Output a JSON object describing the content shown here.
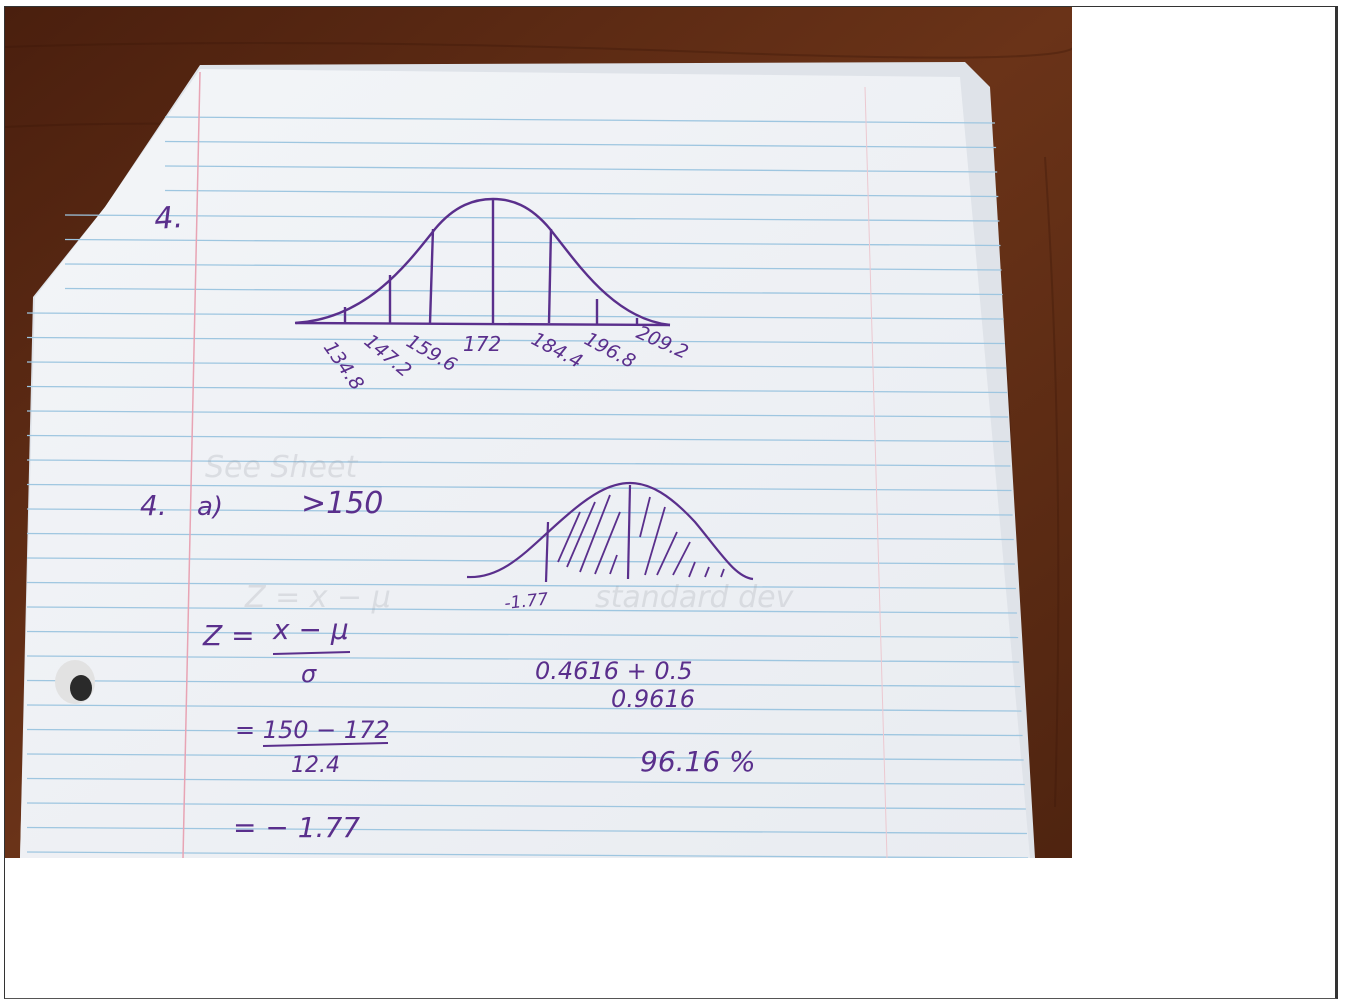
{
  "photo": {
    "description_hidden": "",
    "colors": {
      "table_wood": "#5a2a14",
      "paper": "#f4f6f9",
      "rule_line": "#9ec6e0",
      "margin_line": "#e8a4b4",
      "ink": "#5a2f8c"
    },
    "top_problem": {
      "number": "4.",
      "tick_labels": [
        "134.8",
        "147.2",
        "159.6",
        "172",
        "184.4",
        "196.8",
        "209.2"
      ]
    },
    "bottom_problem": {
      "number": "4.",
      "part": "a)",
      "condition": ">150",
      "shaded_z_label": "-1.77",
      "formula_lhs": "Z =",
      "formula_num": "x − μ",
      "formula_den": "σ",
      "step_num": "= 150 − 172",
      "step_den": "12.4",
      "step_result": "= − 1.77",
      "sum_line": "0.4616 + 0.5",
      "sum_result": "0.9616",
      "percent": "96.16 %"
    }
  }
}
